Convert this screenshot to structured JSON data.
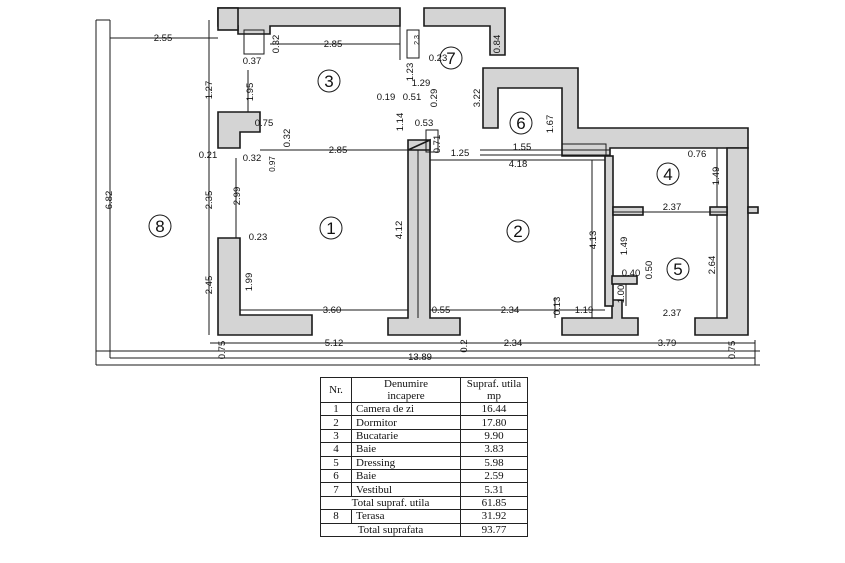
{
  "plan": {
    "rooms": [
      {
        "num": "1"
      },
      {
        "num": "2"
      },
      {
        "num": "3"
      },
      {
        "num": "4"
      },
      {
        "num": "5"
      },
      {
        "num": "6"
      },
      {
        "num": "7"
      },
      {
        "num": "8"
      }
    ],
    "dims": {
      "d_255": "2.55",
      "d_285_top": "2.85",
      "d_032_a": "0.32",
      "d_037": "0.37",
      "d_084": "0.84",
      "d_023_top": "0.23",
      "d_123": "1.23",
      "d_129": "1.29",
      "d_019": "0.19",
      "d_051": "0.51",
      "d_029": "0.29",
      "d_322": "3.22",
      "d_127": "1.27",
      "d_195": "1.95",
      "d_075_mid": "0.75",
      "d_032_b": "0.32",
      "d_285_mid": "2.85",
      "d_114": "1.14",
      "d_053": "0.53",
      "d_071": "0.71",
      "d_125": "1.25",
      "d_155": "1.55",
      "d_167": "1.67",
      "d_418": "4.18",
      "d_076": "0.76",
      "d_021": "0.21",
      "d_032_c": "0.32",
      "d_097": "0.97",
      "d_682": "6.82",
      "d_235": "2.35",
      "d_299": "2.99",
      "d_149": "1.49",
      "d_237_top": "2.37",
      "d_023_left": "0.23",
      "d_412": "4.12",
      "d_413": "4.13",
      "d_149_b": "1.49",
      "d_040": "0.40",
      "d_050": "0.50",
      "d_100": "1.00",
      "d_264": "2.64",
      "d_245": "2.45",
      "d_199": "1.99",
      "d_360": "3.60",
      "d_055": "0.55",
      "d_234_inner": "2.34",
      "d_013": "0.13",
      "d_119": "1.19",
      "d_237_bot": "2.37",
      "d_075_left": "0.75",
      "d_512": "5.12",
      "d_02": "0.2",
      "d_234_out": "2.34",
      "d_379": "3.79",
      "d_075_right": "0.75",
      "d_1389": "13.89",
      "d_23_small": "2.3"
    }
  },
  "legend": {
    "headers": {
      "nr": "Nr.",
      "name": "Denumire\nincapere",
      "area": "Supraf. utila\nmp"
    },
    "rows": [
      {
        "nr": "1",
        "name": "Camera de zi",
        "area": "16.44"
      },
      {
        "nr": "2",
        "name": "Dormitor",
        "area": "17.80"
      },
      {
        "nr": "3",
        "name": "Bucatarie",
        "area": "9.90"
      },
      {
        "nr": "4",
        "name": "Baie",
        "area": "3.83"
      },
      {
        "nr": "5",
        "name": "Dressing",
        "area": "5.98"
      },
      {
        "nr": "6",
        "name": "Baie",
        "area": "2.59"
      },
      {
        "nr": "7",
        "name": "Vestibul",
        "area": "5.31"
      }
    ],
    "total_util": {
      "label": "Total supraf. utila",
      "value": "61.85"
    },
    "terrace": {
      "nr": "8",
      "name": "Terasa",
      "area": "31.92"
    },
    "total": {
      "label": "Total suprafata",
      "value": "93.77"
    }
  }
}
